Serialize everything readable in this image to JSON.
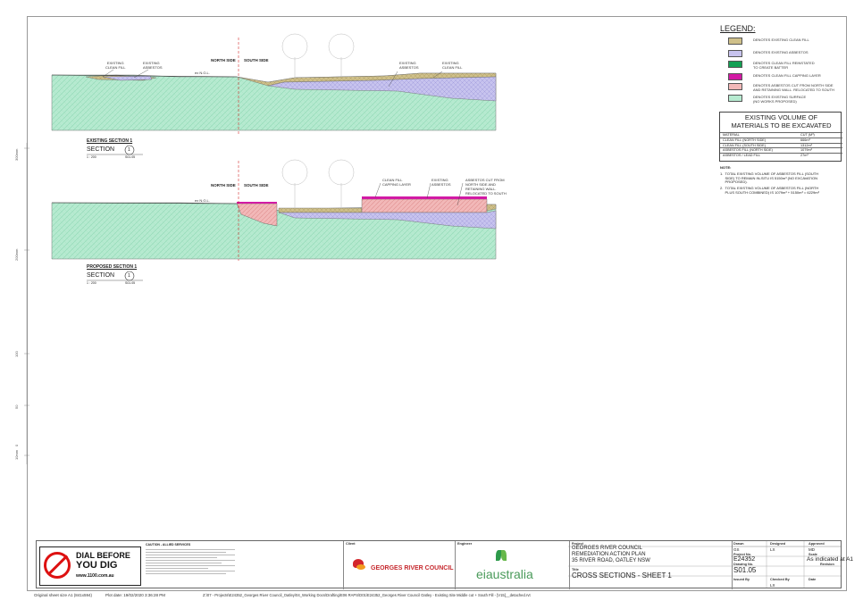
{
  "colors": {
    "clean_fill": "#cfc08a",
    "asbestos": "#c7c3ee",
    "reinstated": "#13a054",
    "capping": "#d21aa4",
    "relocated": "#f2b8b8",
    "surface": "#b6ead0"
  },
  "section1": {
    "labels": {
      "existing_clean_fill": "EXISTING\nCLEAN FILL",
      "existing_asbestos": "EXISTING\nASBESTOS",
      "ngl": "ex N.G.L.",
      "north_side": "NORTH SIDE",
      "south_side": "SOUTH SIDE",
      "existing_asbestos_r": "EXISTING\nASBESTOS",
      "existing_clean_fill_r": "EXISTING\nCLEAN FILL"
    },
    "title": "EXISTING SECTION 1",
    "section_label": "SECTION",
    "section_number": "1",
    "scale": "1 : 200",
    "sheet_ref": "S01.05"
  },
  "section2": {
    "labels": {
      "north_side": "NORTH SIDE",
      "south_side": "SOUTH SIDE",
      "ngl": "ex N.G.L.",
      "clean_fill_capping": "CLEAN FILL\nCAPPING LAYER",
      "existing_asbestos": "EXISTING\nASBESTOS",
      "asbestos_cut": "ASBESTOS CUT FROM\nNORTH SIDE AND\nRETAINING WALL.\nRELOCATED TO SOUTH"
    },
    "title": "PROPOSED SECTION 1",
    "section_label": "SECTION",
    "section_number": "1",
    "scale": "1 : 200",
    "sheet_ref": "S01.05"
  },
  "legend": {
    "title": "LEGEND:",
    "items": [
      {
        "key": "clean_fill",
        "text": "DENOTES EXISTING CLEAN FILL"
      },
      {
        "key": "asbestos",
        "text": "DENOTES EXISTING ASBESTOS"
      },
      {
        "key": "reinstated",
        "text": "DENOTES CLEAN FILL REINSTATED\nTO CREATE BATTER"
      },
      {
        "key": "capping",
        "text": "DENOTES CLEAN FILL CAPPING LAYER"
      },
      {
        "key": "relocated",
        "text": "DENOTES ASBESTOS CUT FROM NORTH SIDE\nAND RETAINING WALL. RELOCATED TO SOUTH"
      },
      {
        "key": "surface",
        "text": "DENOTES EXISTING SURFACE\n(NO WORKS PROPOSED)"
      }
    ]
  },
  "volume_table": {
    "title": "EXISTING VOLUME OF\nMATERIALS TO BE EXCAVATED",
    "headers": [
      "MATERIAL",
      "CUT (M³)"
    ],
    "rows": [
      [
        "CLEAN FILL (NORTH SIDE)",
        "666m³"
      ],
      [
        "CLEAN FILL (SOUTH SIDE)",
        "1312m³"
      ],
      [
        "ASBESTOS FILL (NORTH SIDE)",
        "1079m³"
      ],
      [
        "ASBESTOS / LEAD FILL",
        "27m³"
      ]
    ]
  },
  "notes": {
    "heading": "NOTE:",
    "items": [
      "1.  TOTAL EXISTING VOLUME OF ASBESTOS FILL (SOUTH\n     SIDE) TO REMAIN IN-SITU IS 5150m³ (NO EXCAVATION\n     PROPOSED).",
      "2.  TOTAL EXISTING VOLUME OF ASBESTOS FILL (NORTH\n     PLUS SOUTH COMBINED) IS 1079m³ + 5150m³ = 6229m³"
    ]
  },
  "ruler": {
    "labels": [
      "300mm",
      "200mm",
      "100",
      "50",
      "0",
      "10mm"
    ]
  },
  "title_block": {
    "dbyd_line1": "DIAL BEFORE",
    "dbyd_line2": "YOU DIG",
    "dbyd_url": "www.1100.com.au",
    "caution_heading": "CAUTION - ALLIED SERVICES",
    "client_label": "Client",
    "client_name": "GEORGES RIVER COUNCIL",
    "engineer_label": "Engineer",
    "engineer_name": "eiaustralia",
    "project_label": "Project",
    "project_line1": "GEORGES RIVER COUNCIL",
    "project_line2": "REMEDIATION ACTION PLAN",
    "project_line3": "35 RIVER ROAD, OATLEY NSW",
    "title_label": "Title",
    "title_text": "CROSS SECTIONS - SHEET 1",
    "drawn_label": "Drawn",
    "drawn": "GS",
    "designed_label": "Designed",
    "designed": "LX",
    "approved_label": "Approved",
    "approved": "MD",
    "project_no_label": "Project No.",
    "project_no": "E24352",
    "scale_label": "Scale",
    "scale": "As indicated at A1",
    "drawing_no_label": "Drawing No.",
    "drawing_no": "S01.05",
    "revision_label": "Revision",
    "issued_by_label": "Issued By",
    "checked_by_label": "Checked By",
    "checked_by": "LX",
    "date_label": "Date"
  },
  "footer": {
    "sheet_size": "Original sheet size A1 (841x594)",
    "plot_date": "Plot date:  19/02/2020  3:36:28 PM",
    "path": "Z:\\07 - Projects\\E24352_Georges River Council_Oatley\\04_Working Docs\\Drafting\\E06 RAPS\\D01\\E24352_Georges River Council Oatley - Existing Site Middle cut + South Fill - [V15]__detached.rvt"
  }
}
